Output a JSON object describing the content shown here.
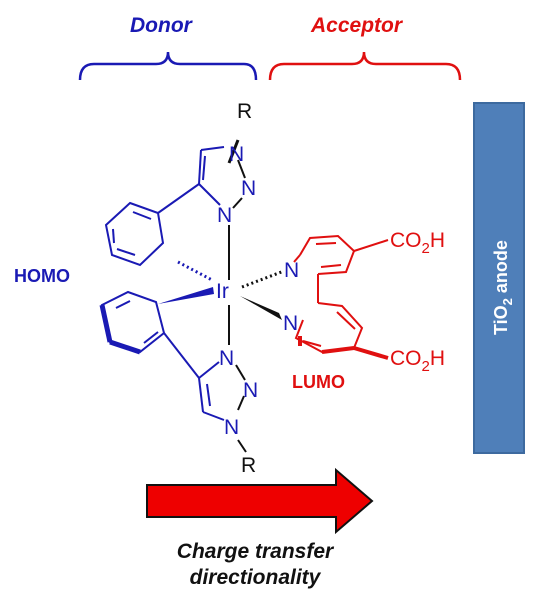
{
  "headers": {
    "donor": "Donor",
    "acceptor": "Acceptor"
  },
  "labels": {
    "homo": "HOMO",
    "lumo": "LUMO"
  },
  "anode": {
    "label_main": "TiO",
    "label_sub": "2",
    "label_rest": " anode"
  },
  "atoms": {
    "metal": "Ir",
    "n": "N",
    "r": "R",
    "carboxyl_main": "CO",
    "carboxyl_sub": "2",
    "carboxyl_rest": "H"
  },
  "footer": {
    "line1": "Charge transfer",
    "line2": "directionality"
  },
  "colors": {
    "donor": "#1a1ab4",
    "acceptor": "#e01010",
    "bond": "#111111",
    "anode_fill": "#4f7fb9",
    "anode_border": "#3d6a9f",
    "arrow_fill": "#ee0000"
  }
}
